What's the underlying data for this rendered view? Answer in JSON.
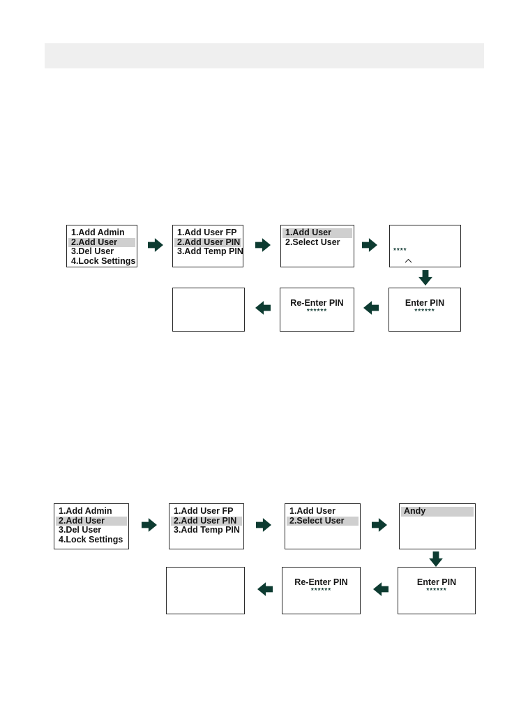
{
  "main_menu": {
    "items": [
      "1.Add Admin",
      "2.Add User",
      "3.Del User",
      "4.Lock Settings"
    ],
    "selected_index": 1
  },
  "add_user_menu": {
    "items": [
      "1.Add User FP",
      "2.Add User  PIN",
      "3.Add Temp PIN"
    ],
    "selected_index": 1
  },
  "user_select_menu": {
    "items": [
      "1.Add User",
      "2.Select User"
    ]
  },
  "flow1": {
    "user_select_selected_index": 0
  },
  "flow2": {
    "user_select_selected_index": 1
  },
  "pin_entry": {
    "mask": "****"
  },
  "selected_user": {
    "name": "Andy"
  },
  "enter_pin": {
    "title": "Enter PIN",
    "mask": "******"
  },
  "reenter_pin": {
    "title": "Re-Enter PIN",
    "mask": "******"
  },
  "colors": {
    "arrow": "#0d3b31",
    "highlight": "#cfcfcf",
    "header_bar": "#efefef"
  },
  "icons": {
    "flow_arrow": "arrow-icon",
    "cursor": "caret-up-icon"
  }
}
